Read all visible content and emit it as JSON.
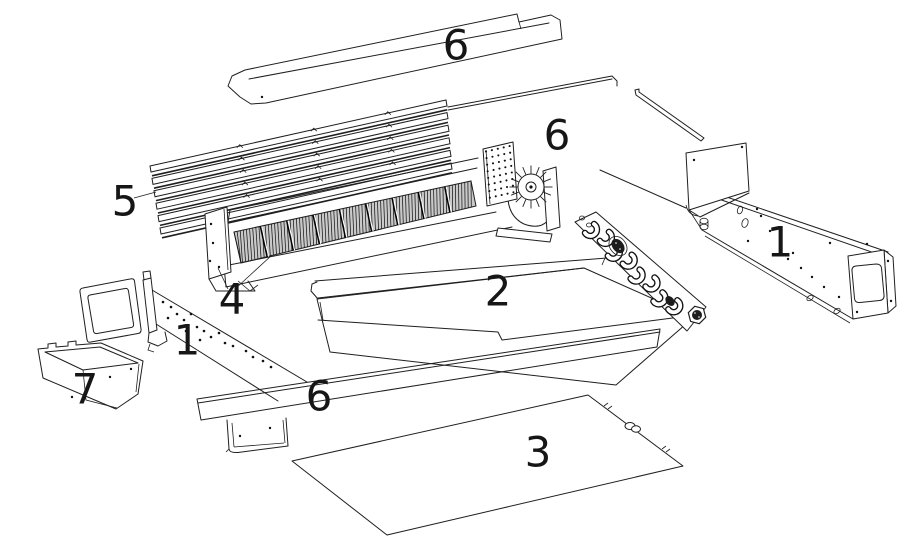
{
  "figure": {
    "type": "exploded-parts-diagram",
    "background_color": "#ffffff",
    "line_color": "#1f1f1f",
    "labels": [
      {
        "id": "top-cover-panel",
        "text": "6"
      },
      {
        "id": "rear-angle-rail",
        "text": "6"
      },
      {
        "id": "heat-exchanger-coil",
        "text": "5"
      },
      {
        "id": "right-end-plate-assembly",
        "text": "1"
      },
      {
        "id": "crossflow-fan-assembly",
        "text": "4"
      },
      {
        "id": "drain-pan",
        "text": "2"
      },
      {
        "id": "left-end-plate-assembly",
        "text": "1"
      },
      {
        "id": "control-box",
        "text": "7"
      },
      {
        "id": "front-bottom-rail",
        "text": "6"
      },
      {
        "id": "bottom-cover-panel",
        "text": "3"
      }
    ]
  }
}
